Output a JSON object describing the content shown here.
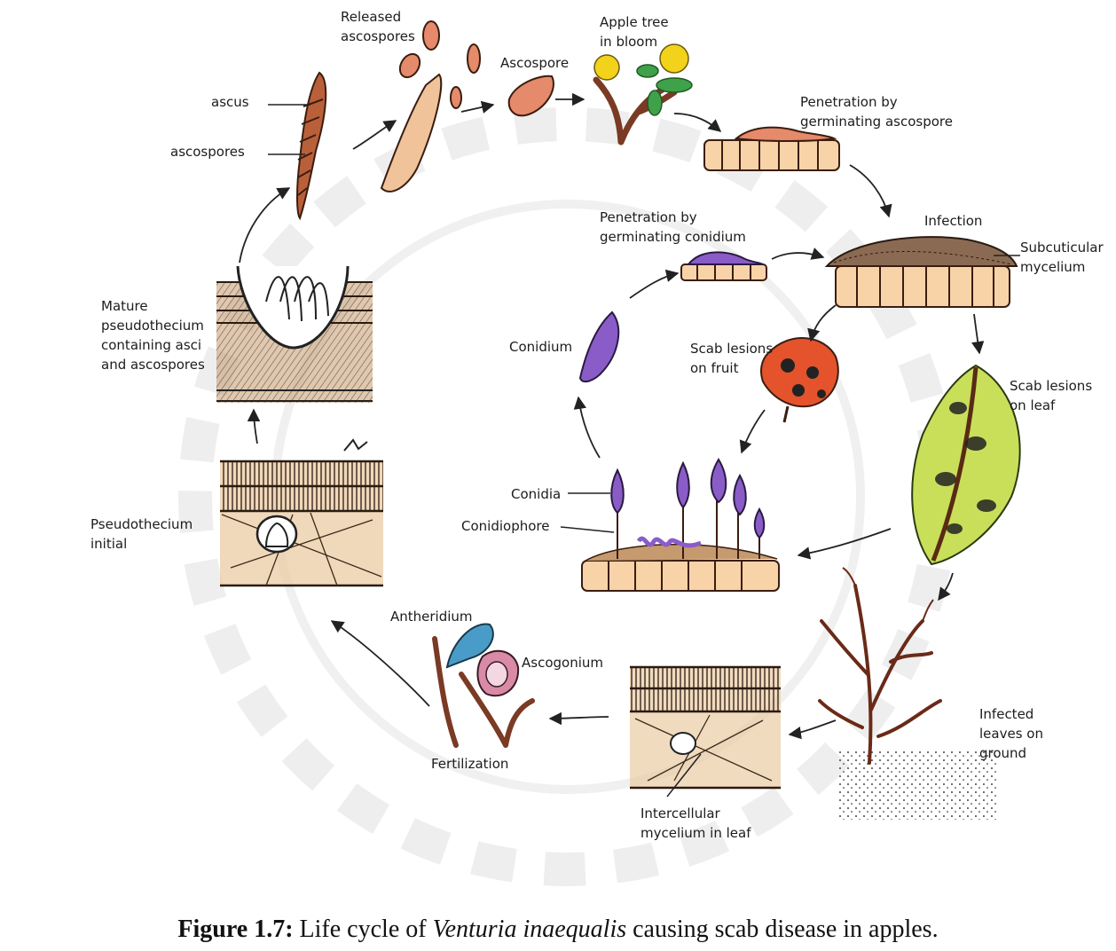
{
  "diagram": {
    "labels": {
      "released_ascospores": [
        "Released",
        "ascospores"
      ],
      "ascospore": [
        "Ascospore"
      ],
      "apple_tree": [
        "Apple tree",
        "in bloom"
      ],
      "ascus": [
        "ascus"
      ],
      "ascospores": [
        "ascospores"
      ],
      "penetration_ascospore": [
        "Penetration by",
        "germinating ascospore"
      ],
      "penetration_conidium": [
        "Penetration by",
        "germinating conidium"
      ],
      "infection": [
        "Infection"
      ],
      "subcuticular": [
        "Subcuticular",
        "mycelium"
      ],
      "mature_pseudothecium": [
        "Mature",
        "pseudothecium",
        "containing asci",
        "and ascospores"
      ],
      "conidium": [
        "Conidium"
      ],
      "scab_fruit": [
        "Scab lesions",
        "on fruit"
      ],
      "scab_leaf": [
        "Scab lesions",
        "on leaf"
      ],
      "conidia": [
        "Conidia"
      ],
      "conidiophore": [
        "Conidiophore"
      ],
      "pseudothecium_initial": [
        "Pseudothecium",
        "initial"
      ],
      "antheridium": [
        "Antheridium"
      ],
      "ascogonium": [
        "Ascogonium"
      ],
      "fertilization": [
        "Fertilization"
      ],
      "infected_leaves": [
        "Infected",
        "leaves on",
        "ground"
      ],
      "intercellular": [
        "Intercellular",
        "mycelium in leaf"
      ]
    },
    "caption": {
      "prefix": "Figure 1.7:",
      "text_before": "Life cycle of",
      "species": "Venturia inaequalis",
      "text_after": "causing scab disease in apples."
    },
    "colors": {
      "ascus": "#b9603a",
      "ascospore": "#e58a6a",
      "flower": "#f2d21a",
      "leaf_green": "#3fa14a",
      "conidia": "#8a5cc8",
      "cells": "#f7d3a7",
      "fruit": "#e4532c",
      "leaf_scab": "#c9df5a",
      "antheridium": "#4a9cc8",
      "ascogonium": "#d98aa6",
      "tissue": "#c59a6e"
    }
  }
}
